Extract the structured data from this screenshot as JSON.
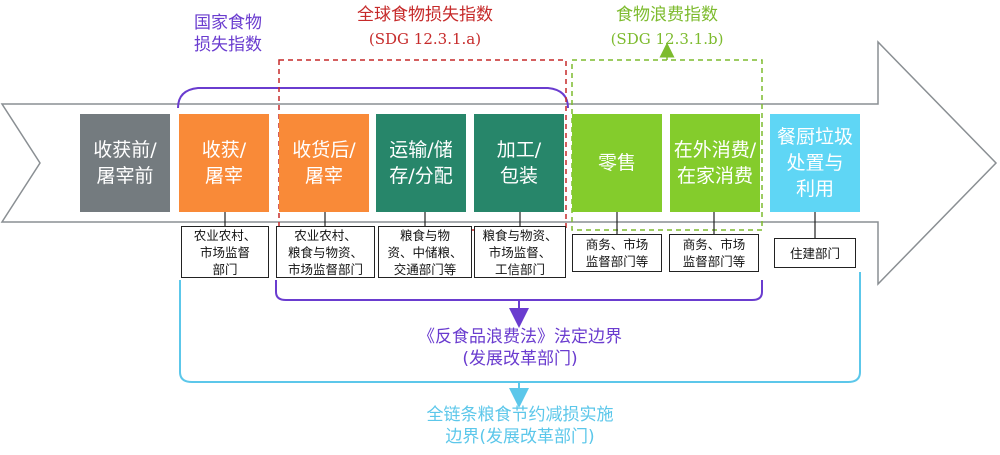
{
  "colors": {
    "gray": "#747b7f",
    "orange": "#f98a38",
    "teal": "#27866a",
    "green": "#84cc2c",
    "cyan": "#5fd6f5",
    "purple": "#6a3ccf",
    "red": "#c62a2a",
    "light_green": "#7dbb2e",
    "light_blue": "#5cc7ea"
  },
  "stages": [
    {
      "label": "收获前/\n屠宰前",
      "color": "#747b7f"
    },
    {
      "label": "收获/\n屠宰",
      "color": "#f98a38"
    },
    {
      "label": "收货后/\n屠宰",
      "color": "#f98a38"
    },
    {
      "label": "运输/储\n存/分配",
      "color": "#27866a"
    },
    {
      "label": "加工/\n包装",
      "color": "#27866a"
    },
    {
      "label": "零售",
      "color": "#84cc2c"
    },
    {
      "label": "在外消费/\n在家消费",
      "color": "#84cc2c"
    },
    {
      "label": "餐厨垃圾\n处置与\n利用",
      "color": "#5fd6f5"
    }
  ],
  "departments": [
    "农业农村、\n市场监督\n部门",
    "农业农村、\n粮食与物资、\n市场监督部门",
    "粮食与物\n资、中储粮、\n交通部门等",
    "粮食与物资、\n市场监督、\n工信部门",
    "商务、市场\n监督部门等",
    "商务、市场\n监督部门等",
    "住建部门"
  ],
  "indices": {
    "national": "国家食物\n损失指数",
    "global_loss": "全球食物损失指数",
    "global_loss_code": "(SDG 12.3.1.a)",
    "food_waste": "食物浪费指数",
    "food_waste_code": "(SDG 12.3.1.b)"
  },
  "boundaries": {
    "law": "《反食品浪费法》法定边界\n(发展改革部门)",
    "full_chain": "全链条粮食节约减损实施\n边界(发展改革部门)"
  }
}
